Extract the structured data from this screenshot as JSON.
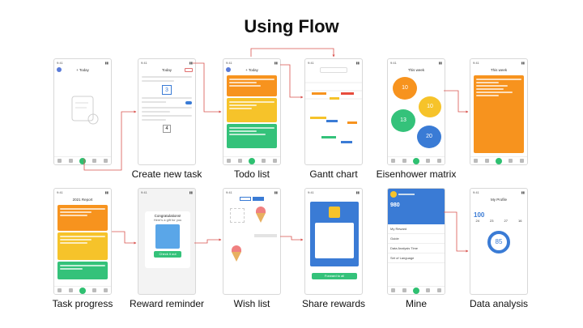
{
  "title": "Using Flow",
  "colors": {
    "orange": "#f7931e",
    "yellow": "#f6c32a",
    "green": "#34c27a",
    "blue": "#3a7bd5",
    "red_arrow": "#d9534f"
  },
  "screens": {
    "empty": {
      "caption": "",
      "header": "+ Today"
    },
    "create": {
      "caption": "Create new task",
      "header": "Today",
      "value": "3",
      "value2": "4"
    },
    "todo": {
      "caption": "Todo list",
      "header": "+ Today"
    },
    "gantt": {
      "caption": "Gantt chart"
    },
    "eisen": {
      "caption": "Eisenhower matrix",
      "header": "This week",
      "nums": [
        "10",
        "10",
        "13",
        "20"
      ]
    },
    "week": {
      "caption": "",
      "header": "This week"
    },
    "progress": {
      "caption": "Task progress",
      "header": "2021 Report"
    },
    "reward": {
      "caption": "Reward reminder",
      "congrats": "Congratulations!",
      "gift": "Here's a gift for you",
      "check": "Check it out"
    },
    "wish": {
      "caption": "Wish list"
    },
    "share": {
      "caption": "Share rewards",
      "share_btn": "Forward to all"
    },
    "mine": {
      "caption": "Mine",
      "number": "980",
      "menu": [
        "My Reward",
        "Guide",
        "Data Analysis Time",
        "Set of Language"
      ]
    },
    "data": {
      "caption": "Data analysis",
      "header": "My Profile",
      "stat": "100",
      "stats": [
        "24",
        "23",
        "27",
        "16"
      ],
      "ring": "85"
    }
  }
}
